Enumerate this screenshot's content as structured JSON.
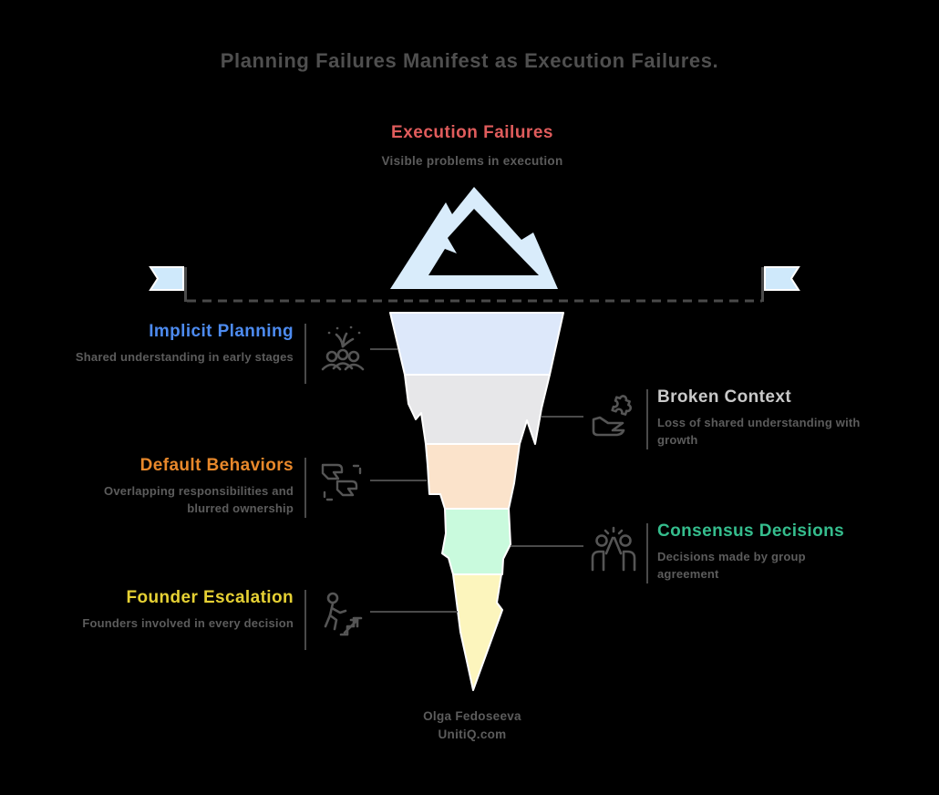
{
  "title": "Planning Failures Manifest as Execution Failures.",
  "colors": {
    "background": "#000000",
    "title": "#4f4f4f",
    "description": "#5c5c5c",
    "line": "#4a4a4a",
    "icon": "#555555",
    "mountain": "#d9ecfb",
    "flag": "#cfe9fb",
    "waterline": "#4a4a4a",
    "band_stroke": "#ffffff"
  },
  "surface": {
    "label": "Execution Failures",
    "description": "Visible problems in execution",
    "color": "#e05c5c",
    "icon": "mountain-icon"
  },
  "layers": [
    {
      "label": "Implicit Planning",
      "description": "Shared understanding in early stages",
      "color": "#4d8bf0",
      "band_color": "#dde8fa",
      "icon": "team-celebration-icon",
      "side": "left"
    },
    {
      "label": "Broken Context",
      "description": "Loss of shared understanding with growth",
      "color": "#c9c9c9",
      "band_color": "#e7e7e9",
      "icon": "hand-puzzle-icon",
      "side": "right"
    },
    {
      "label": "Default Behaviors",
      "description": "Overlapping responsibilities and blurred ownership",
      "color": "#e8882b",
      "band_color": "#fbe3cb",
      "icon": "overlapping-hands-icon",
      "side": "left"
    },
    {
      "label": "Consensus Decisions",
      "description": "Decisions made by group agreement",
      "color": "#35bd8d",
      "band_color": "#c9fadd",
      "icon": "high-five-icon",
      "side": "right"
    },
    {
      "label": "Founder Escalation",
      "description": "Founders involved in every decision",
      "color": "#e6d134",
      "band_color": "#fcf5bd",
      "icon": "person-stairs-icon",
      "side": "left"
    }
  ],
  "attribution": {
    "line1": "Olga Fedoseeva",
    "line2": "UnitiQ.com"
  }
}
